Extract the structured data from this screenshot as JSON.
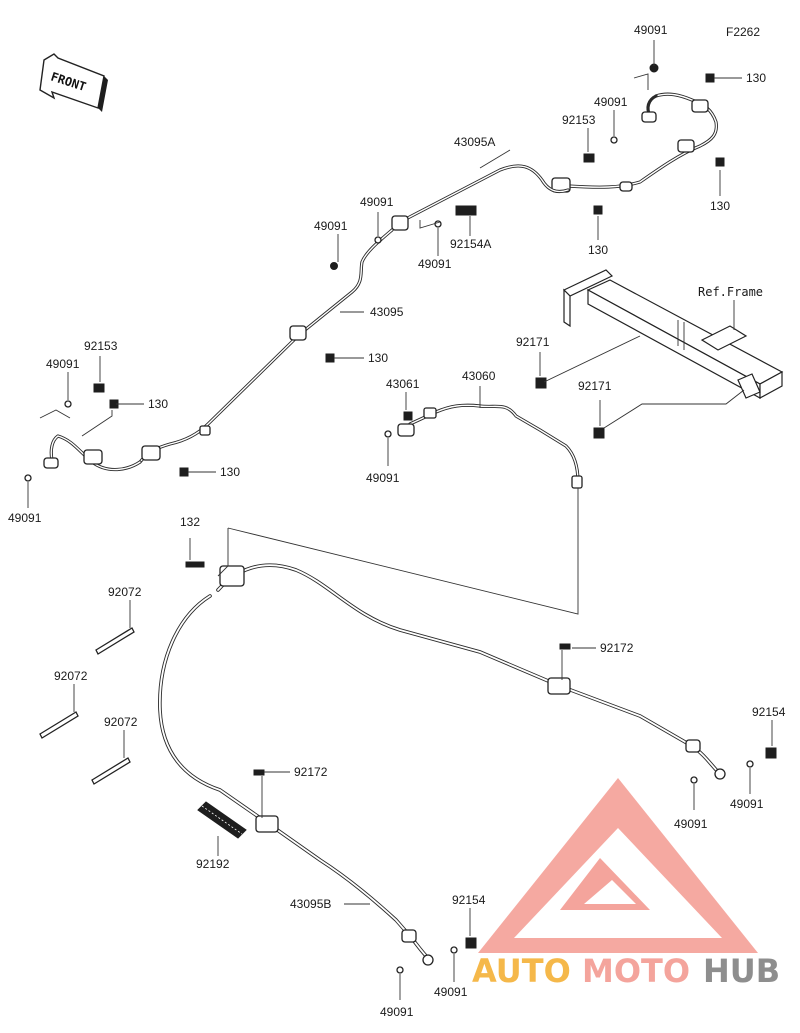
{
  "diagram": {
    "code": "F2262",
    "front_label": "FRONT",
    "ref_frame": "Ref.Frame",
    "parts": {
      "p49091": "49091",
      "p130": "130",
      "p92153": "92153",
      "p43095A": "43095A",
      "p92154A": "92154A",
      "p43095": "43095",
      "p43061": "43061",
      "p43060": "43060",
      "p92171": "92171",
      "p132": "132",
      "p92072": "92072",
      "p92172": "92172",
      "p92154": "92154",
      "p92192": "92192",
      "p43095B": "43095B"
    }
  },
  "watermark": {
    "text_auto": "AUTO",
    "text_moto": "MOTO",
    "text_hub": "HUB",
    "color_triangle": "#f4a49c",
    "color_orange": "#f5b84a",
    "color_grey": "#8e8e8e"
  }
}
